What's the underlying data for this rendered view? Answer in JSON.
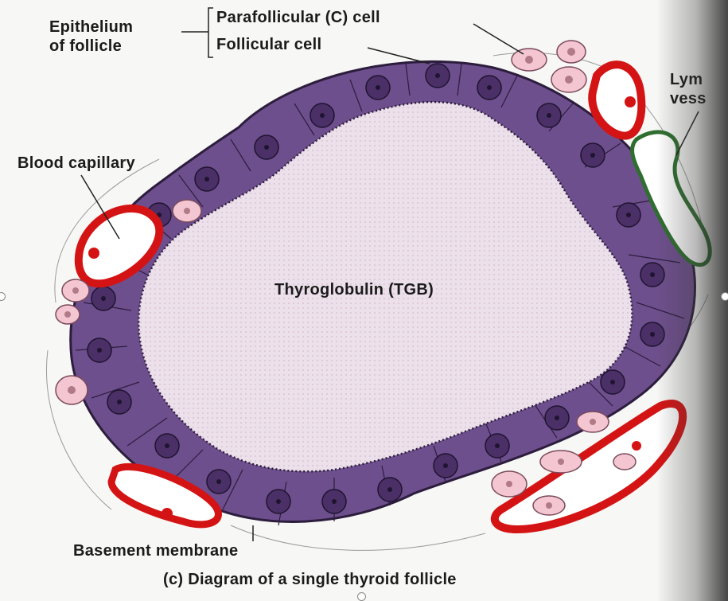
{
  "labels": {
    "epithelium_line1": "Epithelium",
    "epithelium_line2": "of follicle",
    "parafollicular": "Parafollicular (C) cell",
    "follicular": "Follicular cell",
    "lymph_line1": "Lym",
    "lymph_line2": "vess",
    "blood_capillary": "Blood capillary",
    "thyroglobulin": "Thyroglobulin (TGB)",
    "basement_membrane": "Basement membrane",
    "caption": "(c) Diagram of a single thyroid follicle"
  },
  "colors": {
    "epithelium": "#6e4f8d",
    "nucleus": "#3c2456",
    "colloid": "#ece0ea",
    "capillary": "#e01e1e",
    "parafollicular_cell": "#f4c6d2",
    "lymphatic": "#2f6e2f"
  }
}
